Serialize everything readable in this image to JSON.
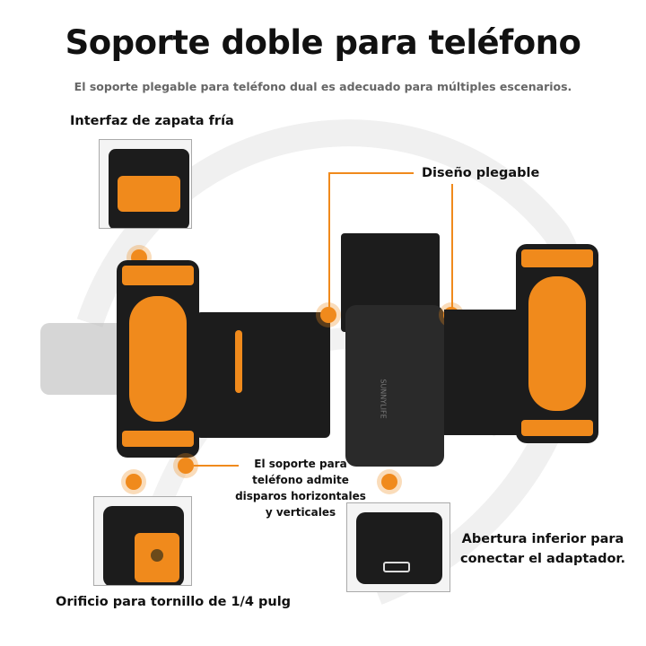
{
  "header": {
    "title": "Soporte doble para teléfono",
    "subtitle": "El soporte plegable para teléfono dual es adecuado para múltiples escenarios."
  },
  "callouts": {
    "cold_shoe": "Interfaz de zapata fría",
    "foldable": "Diseño plegable",
    "orientation": "El soporte para teléfono admite disparos horizontales y verticales",
    "bottom_opening": "Abertura inferior para conectar el adaptador.",
    "screw_hole": "Orificio para tornillo de 1/4 pulg"
  },
  "brand": "SUNNYLIFE",
  "colors": {
    "accent": "#f08a1c",
    "body": "#1c1c1c"
  }
}
